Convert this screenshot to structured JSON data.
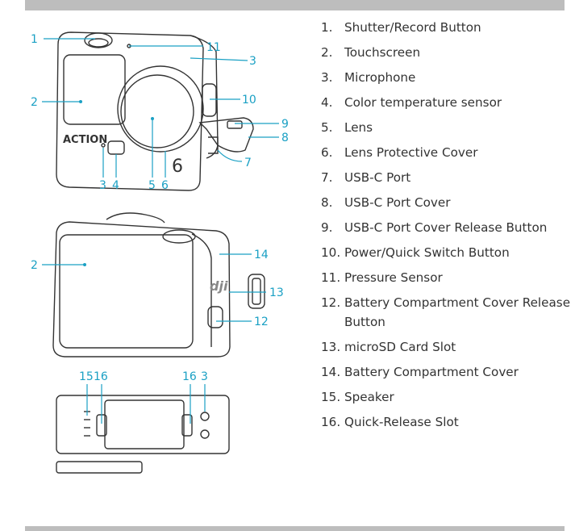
{
  "callouts": {
    "top_view": [
      "1",
      "11",
      "3",
      "2",
      "10",
      "9",
      "8",
      "7",
      "3",
      "4",
      "5",
      "6"
    ],
    "back_view": [
      "2",
      "14",
      "13",
      "12"
    ],
    "bottom_view": [
      "15",
      "16",
      "16",
      "3"
    ]
  },
  "device_text": {
    "model_label": "ACTION",
    "model_number": "6",
    "brand_mark": "dji"
  },
  "parts": [
    {
      "num": "1.",
      "label": "Shutter/Record Button"
    },
    {
      "num": "2.",
      "label": "Touchscreen"
    },
    {
      "num": "3.",
      "label": "Microphone"
    },
    {
      "num": "4.",
      "label": "Color temperature sensor"
    },
    {
      "num": "5.",
      "label": "Lens"
    },
    {
      "num": "6.",
      "label": "Lens Protective Cover"
    },
    {
      "num": "7.",
      "label": "USB-C Port"
    },
    {
      "num": "8.",
      "label": "USB-C Port Cover"
    },
    {
      "num": "9.",
      "label": "USB-C Port Cover Release Button"
    },
    {
      "num": "10.",
      "label": "Power/Quick Switch Button"
    },
    {
      "num": "11.",
      "label": "Pressure Sensor"
    },
    {
      "num": "12.",
      "label": "Battery Compartment Cover Release Button"
    },
    {
      "num": "13.",
      "label": "microSD Card Slot"
    },
    {
      "num": "14.",
      "label": "Battery Compartment Cover"
    },
    {
      "num": "15.",
      "label": "Speaker"
    },
    {
      "num": "16.",
      "label": "Quick-Release Slot"
    }
  ],
  "colors": {
    "accent": "#1aa0c4",
    "line": "#333333",
    "bar": "#bdbdbd"
  }
}
